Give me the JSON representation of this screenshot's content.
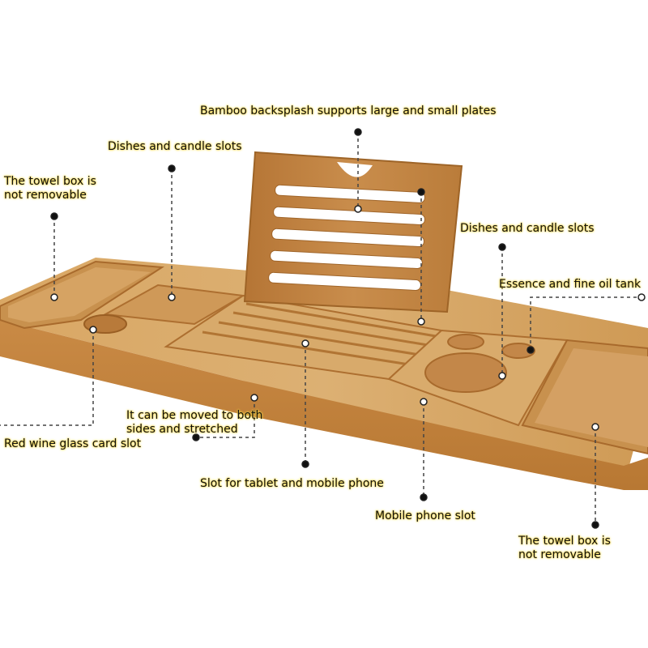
{
  "image": {
    "subject": "bamboo bathtub caddy tray",
    "colors": {
      "bamboo_light": "#dcae6d",
      "bamboo_mid": "#c98f4a",
      "bamboo_dark": "#a86a2c",
      "label_glow": "#f2d23c",
      "leader_line": "#444444"
    }
  },
  "labels": {
    "backsplash": "Bamboo backsplash supports large and small plates",
    "dishes_left": "Dishes and candle slots",
    "towel_left": "The towel box is\nnot removable",
    "dishes_right": "Dishes and candle slots",
    "essence": "Essence and fine oil tank",
    "moved": "It can be moved to both\nsides and stretched",
    "wine": "Red wine glass card slot",
    "tablet": "Slot for tablet and mobile phone",
    "mobile": "Mobile phone slot",
    "towel_right": "The towel box is\nnot removable"
  }
}
